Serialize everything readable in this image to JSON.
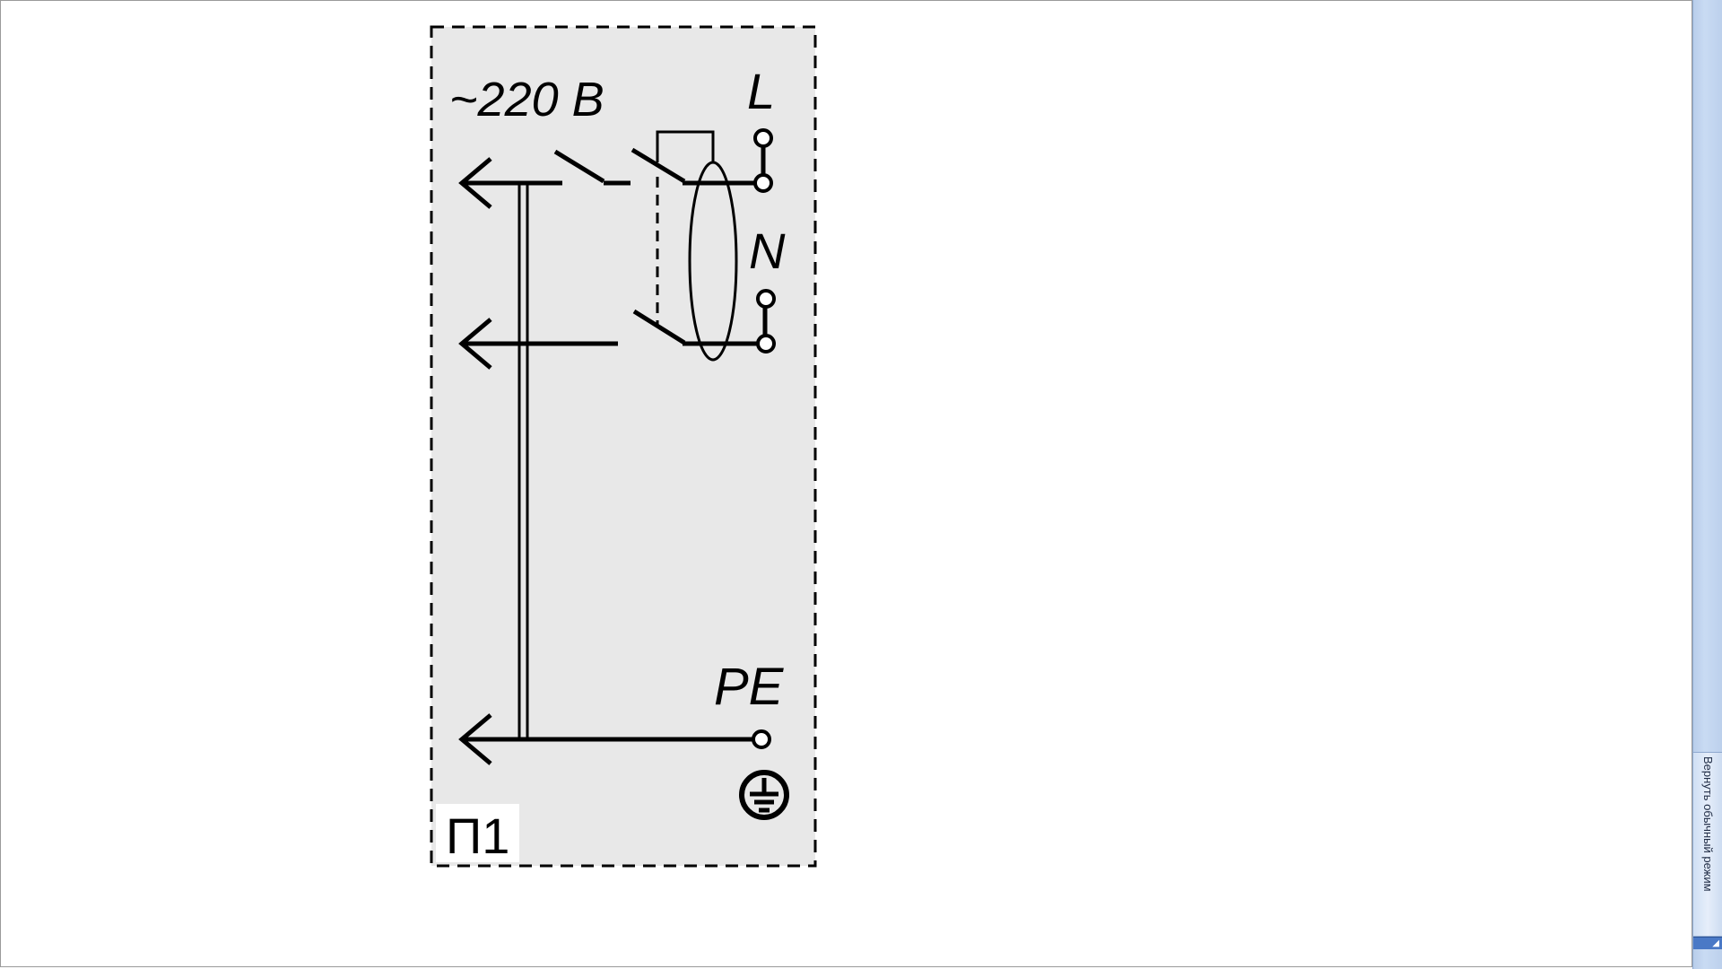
{
  "diagram": {
    "voltage_label": "~220 В",
    "line_label": "L",
    "neutral_label": "N",
    "pe_label": "PE",
    "panel_label": "П1",
    "ground_symbol_icon": "protective-earth-icon"
  },
  "side_panel": {
    "restore_label": "Вернуть обычный режим"
  },
  "colors": {
    "panel_fill": "#e8e8e8",
    "side_bar": "#c9dbf3",
    "side_bottom": "#4a79c6"
  }
}
